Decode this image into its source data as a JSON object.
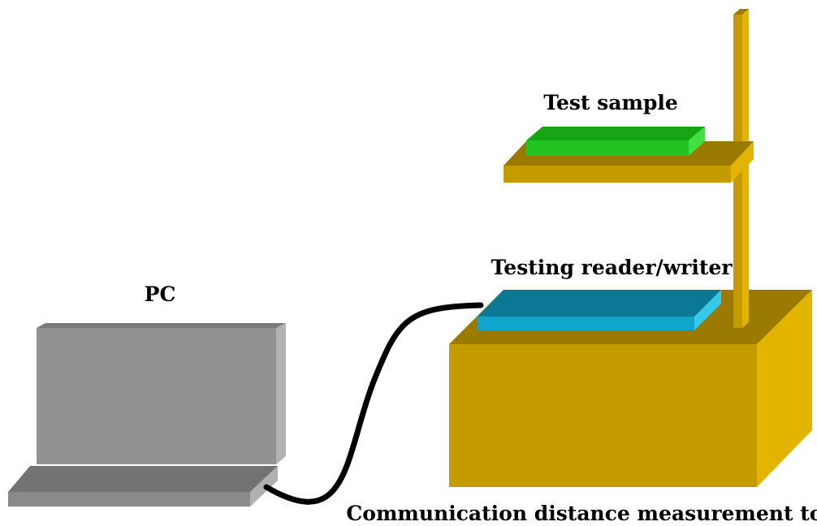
{
  "labels": {
    "pc": "PC",
    "test_sample": "Test sample",
    "reader_writer": "Testing reader/writer",
    "tool": "Communication distance measurement tool"
  },
  "colors": {
    "gold_front": "#C49C00",
    "gold_top": "#9A7A00",
    "gold_side": "#E2B400",
    "green_front": "#22C422",
    "green_top": "#15A515",
    "green_side": "#3FE03F",
    "blue_front": "#11A5CC",
    "blue_top": "#0B7896",
    "blue_side": "#36C8EA",
    "gray_screen": "#929292",
    "gray_screen_top": "#7A7A7A",
    "gray_screen_side": "#B2B2B2",
    "gray_base_top": "#737373",
    "gray_base_front": "#8A8A8A",
    "gray_base_side": "#B0B0B0",
    "cable": "#000000"
  }
}
